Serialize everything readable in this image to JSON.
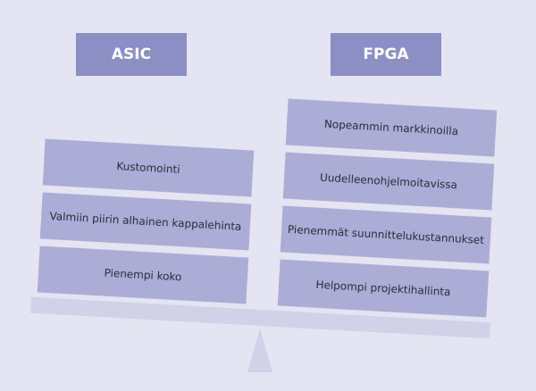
{
  "headers": {
    "left": "ASIC",
    "right": "FPGA"
  },
  "asic_items": [
    "Kustomointi",
    "Valmiin piirin alhainen kappalehinta",
    "Pienempi koko"
  ],
  "fpga_items": [
    "Nopeammin markkinoilla",
    "Uudelleenohjelmoitavissa",
    "Pienemmät suunnittelukustannukset",
    "Helpompi projektihallinta"
  ],
  "colors": {
    "background": "#e4e4f2",
    "header": "#8b8fc4",
    "box": "#abadd6",
    "beam": "#d0d2e8"
  }
}
